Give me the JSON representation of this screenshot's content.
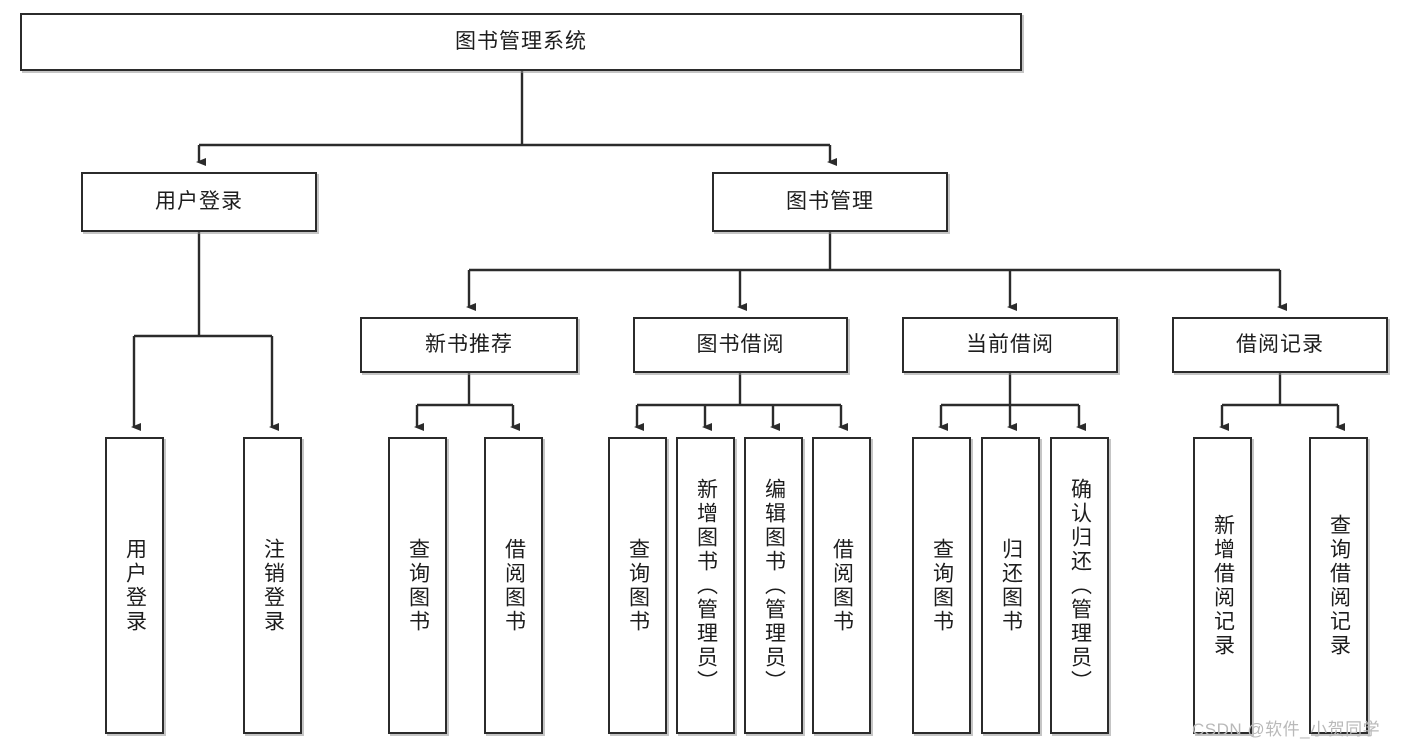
{
  "diagram": {
    "title_node": {
      "label": "图书管理系统"
    },
    "level2": [
      {
        "label": "用户登录"
      },
      {
        "label": "图书管理"
      }
    ],
    "level3": [
      {
        "label": "新书推荐"
      },
      {
        "label": "图书借阅"
      },
      {
        "label": "当前借阅"
      },
      {
        "label": "借阅记录"
      }
    ],
    "leaves": {
      "user_login": [
        {
          "label": "用户登录"
        },
        {
          "label": "注销登录"
        }
      ],
      "new_book_recommend": [
        {
          "label": "查询图书"
        },
        {
          "label": "借阅图书"
        }
      ],
      "book_borrow": [
        {
          "label": "查询图书"
        },
        {
          "label": "新增图书（管理员）"
        },
        {
          "label": "编辑图书（管理员）"
        },
        {
          "label": "借阅图书"
        }
      ],
      "current_borrow": [
        {
          "label": "查询图书"
        },
        {
          "label": "归还图书"
        },
        {
          "label": "确认归还（管理员）"
        }
      ],
      "borrow_record": [
        {
          "label": "新增借阅记录"
        },
        {
          "label": "查询借阅记录"
        }
      ]
    }
  },
  "watermark": {
    "text": "CSDN @软件_小贺同学"
  },
  "colors": {
    "stroke": "#2b2b2b",
    "box_fill": "#ffffff",
    "shadow": "#969696",
    "watermark": "#b9b9b9"
  }
}
